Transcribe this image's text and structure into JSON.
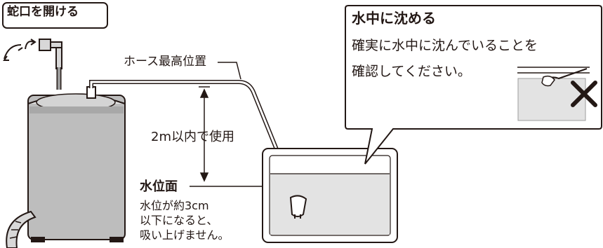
{
  "callout": {
    "open_faucet": "蛇口を開ける"
  },
  "labels": {
    "hose_max_height": "ホース最高位置",
    "usable_range": "2m以内で使用",
    "water_level_title": "水位面",
    "water_level_note": "水位が約3cm\n以下になると、\n吸い上げません。"
  },
  "bubble": {
    "title": "水中に沈める",
    "body": "確実に水中に沈んでいることを\n確認してください。"
  },
  "colors": {
    "line": "#231815",
    "machine": "#b9b9b9",
    "water": "#e0e0e0",
    "ok_line": "#231815"
  },
  "icons": [
    "faucet-icon",
    "washing-machine-icon",
    "drain-hose-icon",
    "tub-icon",
    "hose-filter-icon",
    "prohibited-x-icon",
    "double-arrow-icon"
  ]
}
